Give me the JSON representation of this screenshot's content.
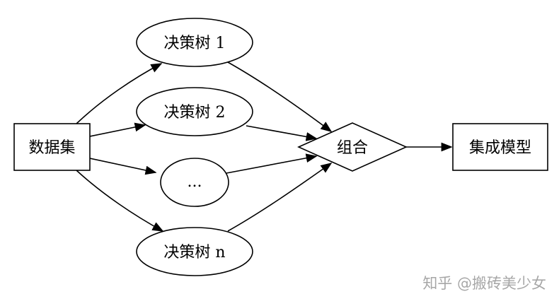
{
  "diagram": {
    "nodes": {
      "dataset": "数据集",
      "tree1": "决策树 1",
      "tree2": "决策树 2",
      "ellipsis": "...",
      "treeN": "决策树 n",
      "combine": "组合",
      "ensemble": "集成模型"
    },
    "watermark": "知乎 @搬砖美少女"
  }
}
